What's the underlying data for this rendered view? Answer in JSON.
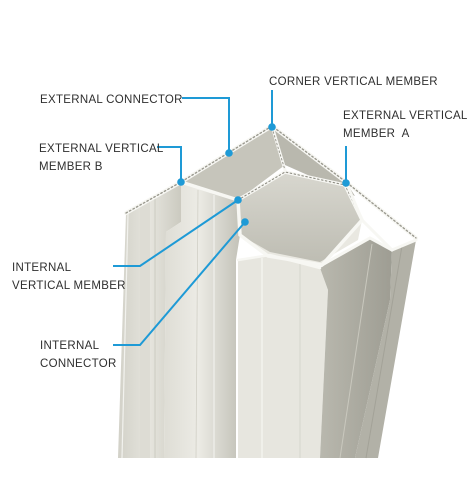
{
  "labels": {
    "corner_vertical_member": "CORNER VERTICAL MEMBER",
    "external_connector": "EXTERNAL CONNECTOR",
    "external_vertical_member_a_line1": "EXTERNAL VERTICAL",
    "external_vertical_member_a_line2": "MEMBER  A",
    "external_vertical_member_b_line1": "EXTERNAL VERTICAL",
    "external_vertical_member_b_line2": "MEMBER B",
    "internal_vertical_member_line1": "INTERNAL",
    "internal_vertical_member_line2": "VERTICAL MEMBER",
    "internal_connector_line1": "INTERNAL",
    "internal_connector_line2": "CONNECTOR"
  },
  "colors": {
    "leader": "#1e9ad6",
    "label_text": "#2f2f2f",
    "panel_light": "#e4e3db",
    "panel_mid": "#cfcec4",
    "panel_dark": "#a9a89e",
    "edge": "#f6f6f2"
  }
}
